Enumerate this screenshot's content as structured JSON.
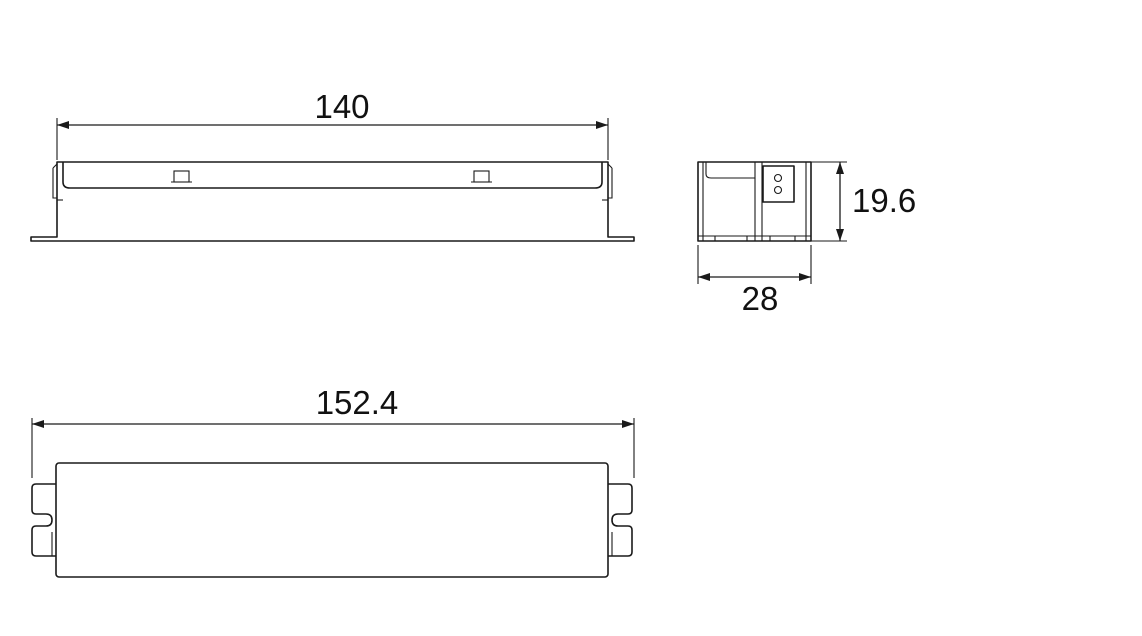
{
  "dimensions": {
    "side_length": "140",
    "end_height": "19.6",
    "end_width": "28",
    "bottom_length": "152.4"
  },
  "colors": {
    "line": "#1a1a1a",
    "background": "#ffffff"
  }
}
